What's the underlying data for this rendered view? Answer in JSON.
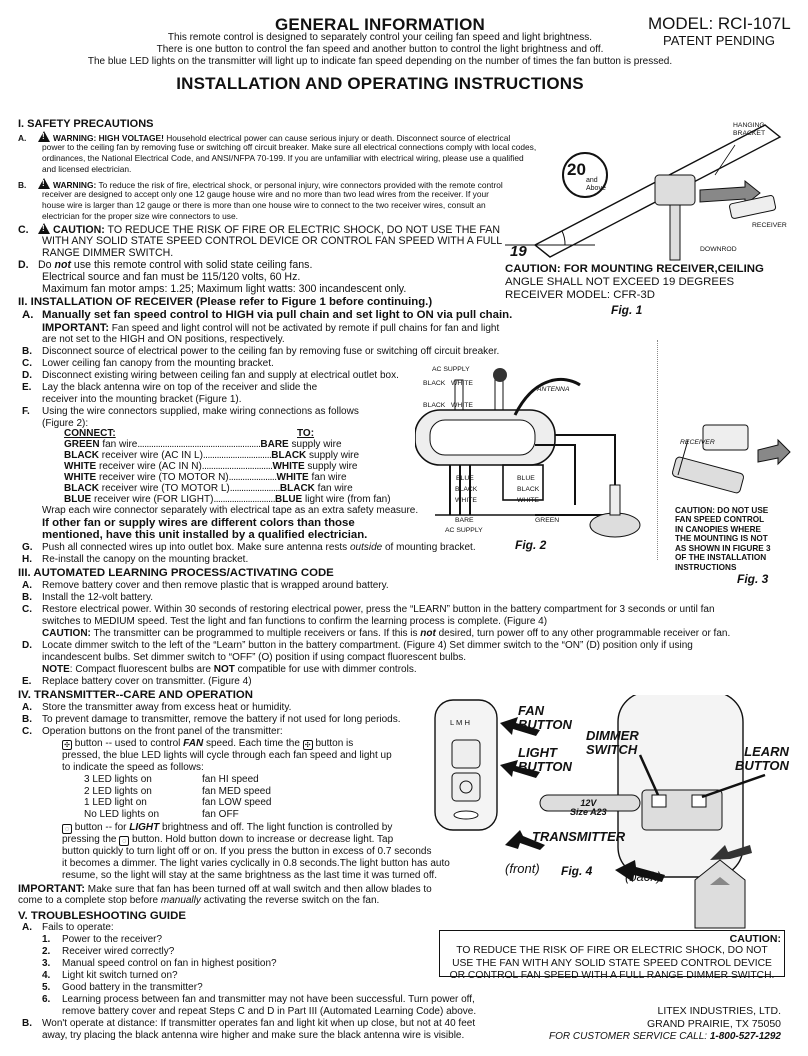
{
  "header": {
    "title": "GENERAL INFORMATION",
    "model": "MODEL: RCI-107L",
    "patent": "PATENT PENDING",
    "intro": [
      "This remote control is designed to separately control your ceiling fan speed and light brightness.",
      "There is one button to control the fan speed and another button to control the light brightness and off.",
      "The blue LED lights on the transmitter will light up to indicate fan speed depending on the number of times the fan button is pressed."
    ],
    "subtitle": "INSTALLATION AND OPERATING INSTRUCTIONS"
  },
  "s1": {
    "title": "I. SAFETY PRECAUTIONS",
    "a_label": "A.",
    "a_bold": "WARNING: HIGH VOLTAGE!",
    "a_lines": [
      " Household electrical power can cause serious injury or death. Disconnect source of electrical",
      "power to the ceiling fan by removing fuse or switching off circuit breaker. Make sure all electrical connections comply with local codes,",
      "ordinances, the National Electrical Code, and ANSI/NFPA 70-199. If you are unfamiliar with electrical wiring, please use a qualified",
      "and licensed electrician."
    ],
    "b_label": "B.",
    "b_bold": "WARNING:",
    "b_lines": [
      " To reduce the risk of fire, electrical shock, or personal injury, wire connectors provided with the remote control",
      "receiver are designed to accept only one 12 gauge house wire and no more than two lead wires from the receiver.  If your",
      "house wire is larger than 12 gauge or there is more than one house wire to connect to the two receiver wires, consult an",
      "electrician for the proper size wire connectors to use."
    ],
    "c_label": "C.",
    "c_bold": "CAUTION:",
    "c_lines": [
      " TO REDUCE THE RISK OF FIRE OR ELECTRIC SHOCK, DO NOT USE THE FAN",
      "WITH ANY SOLID STATE SPEED CONTROL DEVICE OR CONTROL FAN SPEED WITH A FULL",
      "RANGE DIMMER SWITCH."
    ],
    "d_label": "D.",
    "d_pre": "Do ",
    "d_em": "not",
    "d_post": " use this remote control with solid state ceiling fans.",
    "d_lines": [
      "Electrical source and fan must be 115/120 volts, 60 Hz.",
      "Maximum fan motor amps: 1.25; Maximum light watts: 300 incandescent only."
    ]
  },
  "s2": {
    "title": "II. INSTALLATION OF RECEIVER (Please refer to Figure 1 before continuing.)",
    "a_label": "A.",
    "a_text": "Manually set fan speed control to HIGH via pull chain and set light to ON via pull chain.",
    "a_imp": "IMPORTANT:",
    "a_imp_text": " Fan speed and light control will not be activated by remote if pull chains for fan and light",
    "a_imp_text2": "are not set to the HIGH and ON positions, respectively.",
    "b_label": "B.",
    "b_text": "Disconnect source of electrical power to the ceiling fan by removing fuse or switching off circuit breaker.",
    "c_label": "C.",
    "c_text": "Lower ceiling fan canopy from the mounting bracket.",
    "d_label": "D.",
    "d_text": "Disconnect existing wiring between ceiling fan and supply at electrical outlet box.",
    "e_label": "E.",
    "e_text": "Lay the black antenna wire on top of the receiver and slide the",
    "e_text2": "receiver into the mounting bracket (Figure 1).",
    "f_label": "F.",
    "f_text": "Using the wire connectors supplied, make wiring connections as follows",
    "f_text2": "(Figure 2):",
    "conn_head": "CONNECT:",
    "to_head": "TO:",
    "conn_rows": [
      {
        "b": "GREEN",
        "t": " fan wire",
        "dots": "......................................................",
        "tb": "BARE",
        "tt": " supply wire"
      },
      {
        "b": "BLACK",
        "t": " receiver wire (AC IN L)",
        "dots": "..............................",
        "tb": "BLACK",
        "tt": " supply wire"
      },
      {
        "b": "WHITE",
        "t": " receiver wire (AC IN N)",
        "dots": "...............................",
        "tb": "WHITE",
        "tt": " supply wire"
      },
      {
        "b": "WHITE",
        "t": " receiver wire (TO MOTOR N)",
        "dots": ".....................",
        "tb": "WHITE",
        "tt": " fan wire"
      },
      {
        "b": "BLACK",
        "t": " receiver wire (TO MOTOR L)",
        "dots": "......................",
        "tb": "BLACK",
        "tt": " fan wire"
      },
      {
        "b": "BLUE",
        "t": " receiver wire (FOR LIGHT)",
        "dots": "...........................",
        "tb": "BLUE",
        "tt": " light wire (from fan)"
      }
    ],
    "wrap": "Wrap each wire connector separately with electrical tape as an extra safety measure.",
    "if_bold1": "If other fan or supply wires are different colors than those",
    "if_bold2": "mentioned, have this unit installed by a qualified electrician.",
    "g_label": "G.",
    "g_pre": "Push all connected wires up into outlet box. Make sure antenna rests ",
    "g_em": "outside",
    "g_post": " of mounting bracket.",
    "h_label": "H.",
    "h_text": "Re-install the canopy on the mounting bracket."
  },
  "s3": {
    "title": "III.   AUTOMATED LEARNING PROCESS/ACTIVATING CODE",
    "a_label": "A.",
    "a_text": "Remove battery cover and then remove plastic that is wrapped around battery.",
    "b_label": "B.",
    "b_text": "Install the 12-volt battery.",
    "c_label": "C.",
    "c_text": "Restore electrical power. Within 30 seconds of restoring electrical power, press the “LEARN” button in the battery compartment for 3 seconds or until fan",
    "c_text2": "switches to MEDIUM speed. Test the light and fan functions to confirm the learning process is complete. (Figure 4)",
    "c_caut": "CAUTION:",
    "c_caut_pre": " The transmitter can be programmed to multiple receivers or fans. If this is ",
    "c_caut_em": "not",
    "c_caut_post": " desired, turn power off to any other programmable receiver or fan.",
    "d_label": "D.",
    "d_text": "Locate dimmer switch to the left of the “Learn” button in the battery compartment. (Figure 4) Set dimmer switch to the “ON” (D) position only if using",
    "d_text2": "incandescent bulbs. Set dimmer switch to “OFF” (O) position if using compact fluorescent bulbs.",
    "d_note": "NOTE",
    "d_note_pre": ": Compact fluorescent bulbs are ",
    "d_note_em": "NOT",
    "d_note_post": " compatible for use with dimmer controls.",
    "e_label": "E.",
    "e_text": "Replace battery cover on transmitter. (Figure 4)"
  },
  "s4": {
    "title": "IV.   TRANSMITTER--CARE AND OPERATION",
    "a_label": "A.",
    "a_text": "Store the transmitter away from excess heat or humidity.",
    "b_label": "B.",
    "b_text": "To prevent damage to transmitter, remove the battery if not used for long periods.",
    "c_label": "C.",
    "c_text": "Operation buttons on the front panel of the transmitter:",
    "fan_pre": " button -- used to control ",
    "fan_em": "FAN",
    "fan_post": " speed. Each time the ",
    "fan_post2": " button is",
    "fan_line2": "pressed, the blue LED lights will cycle through each fan speed and light up",
    "fan_line3": "to indicate the speed as follows:",
    "led_rows": [
      {
        "l": "3 LED lights on",
        "r": "fan HI speed"
      },
      {
        "l": "2 LED lights on",
        "r": "fan MED speed"
      },
      {
        "l": "1 LED light on",
        "r": "fan LOW speed"
      },
      {
        "l": "No LED lights on",
        "r": "fan OFF"
      }
    ],
    "light_pre": " button -- for ",
    "light_em": "LIGHT",
    "light_post": " brightness and off. The light function is controlled by",
    "light_l2a": "pressing the ",
    "light_l2b": " button. Hold button down to increase or decrease light. Tap",
    "light_l3": "button quickly to turn light off or on. If you press the button in excess of 0.7 seconds",
    "light_l4": "it becomes a dimmer. The light varies cyclically in 0.8 seconds.The light button has auto",
    "light_l5": "resume, so the light will stay at the same brightness as the last time it was turned off.",
    "imp": "IMPORTANT:",
    "imp_text": " Make sure that fan has been turned off at wall switch and then allow blades to",
    "imp_text2a": "come to a complete stop before ",
    "imp_em": "manually",
    "imp_text2b": " activating the reverse switch on the fan."
  },
  "s5": {
    "title": "V. TROUBLESHOOTING GUIDE",
    "a_label": "A.",
    "a_text": "Fails to operate:",
    "items": [
      {
        "n": "1.",
        "t": "Power to the receiver?"
      },
      {
        "n": "2.",
        "t": "Receiver wired correctly?"
      },
      {
        "n": "3.",
        "t": "Manual speed control on fan in highest position?"
      },
      {
        "n": "4.",
        "t": "Light kit switch turned on?"
      },
      {
        "n": "5.",
        "t": "Good battery in the transmitter?"
      },
      {
        "n": "6.",
        "t": "Learning process between fan and transmitter may not have been successful. Turn power off,"
      }
    ],
    "item6b": "remove battery cover and repeat Steps C and D in Part III (Automated Learning Code) above.",
    "b_label": "B.",
    "b_text": "Won't operate at distance: If transmitter operates fan and light kit when up close, but not at 40 feet",
    "b_text2": "away, try placing the black antenna wire higher and make sure the black antenna wire is visible."
  },
  "caution_box": {
    "title": "CAUTION:",
    "lines": [
      "TO REDUCE THE RISK OF FIRE OR ELECTRIC SHOCK, DO NOT",
      "USE THE FAN WITH ANY SOLID STATE SPEED CONTROL DEVICE",
      "OR CONTROL FAN SPEED WITH A FULL RANGE DIMMER SWITCH."
    ]
  },
  "footer": {
    "company": "LITEX INDUSTRIES, LTD.",
    "city": "GRAND PRAIRIE, TX  75050",
    "service": "FOR CUSTOMER SERVICE CALL: ",
    "phone": "1-800-527-1292"
  },
  "fig1": {
    "hanging": "HANGING",
    "bracket": "BRACKET",
    "deg20": "20",
    "and": "and",
    "above": "Above",
    "deg19": "19",
    "receiver": "RECEIVER",
    "downrod": "DOWNROD",
    "caption": "Fig. 1",
    "caution": [
      "CAUTION: FOR MOUNTING RECEIVER,CEILING",
      "ANGLE SHALL NOT EXCEED 19 DEGREES",
      "RECEIVER MODEL: CFR-3D"
    ]
  },
  "fig2": {
    "ac_supply": "AC SUPPLY",
    "black": "BLACK",
    "white": "WHITE",
    "antenna": "ANTENNA",
    "blue": "BLUE",
    "bare": "BARE",
    "green": "GREEN",
    "caption": "Fig. 2"
  },
  "fig3": {
    "receiver": "RECEIVER",
    "caution": [
      "CAUTION: DO NOT USE",
      "FAN SPEED CONTROL",
      "IN CANOPIES WHERE",
      "THE MOUNTING IS NOT",
      "AS SHOWN IN FIGURE 3",
      "OF THE INSTALLATION",
      "INSTRUCTIONS"
    ],
    "caption": "Fig. 3"
  },
  "fig4": {
    "fan_button": [
      "FAN",
      "BUTTON"
    ],
    "light_button": [
      "LIGHT",
      "BUTTON"
    ],
    "dimmer_switch": [
      "DIMMER",
      "SWITCH"
    ],
    "learn_button": [
      "LEARN",
      "BUTTON"
    ],
    "battery": [
      "12V",
      "Size A23"
    ],
    "transmitter": "TRANSMITTER",
    "front": "(front)",
    "back": "(back)",
    "caption": "Fig. 4",
    "lmh": "L  M  H"
  }
}
